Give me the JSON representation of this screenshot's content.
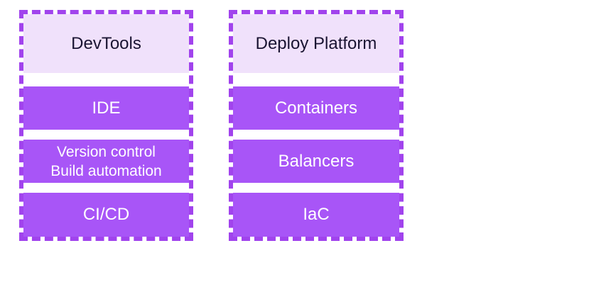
{
  "colors": {
    "background": "#ffffff",
    "border_purple": "#a143ed",
    "block_purple": "#a855f7",
    "header_bg": "#f0e1fb",
    "header_text": "#1a1432",
    "block_text": "#ffffff"
  },
  "columns": [
    {
      "title": "DevTools",
      "items": [
        {
          "lines": [
            "IDE"
          ]
        },
        {
          "lines": [
            "Version control",
            "Build automation"
          ]
        },
        {
          "lines": [
            "CI/CD"
          ]
        }
      ]
    },
    {
      "title": "Deploy Platform",
      "items": [
        {
          "lines": [
            "Containers"
          ]
        },
        {
          "lines": [
            "Balancers"
          ]
        },
        {
          "lines": [
            "IaC"
          ]
        }
      ]
    }
  ]
}
